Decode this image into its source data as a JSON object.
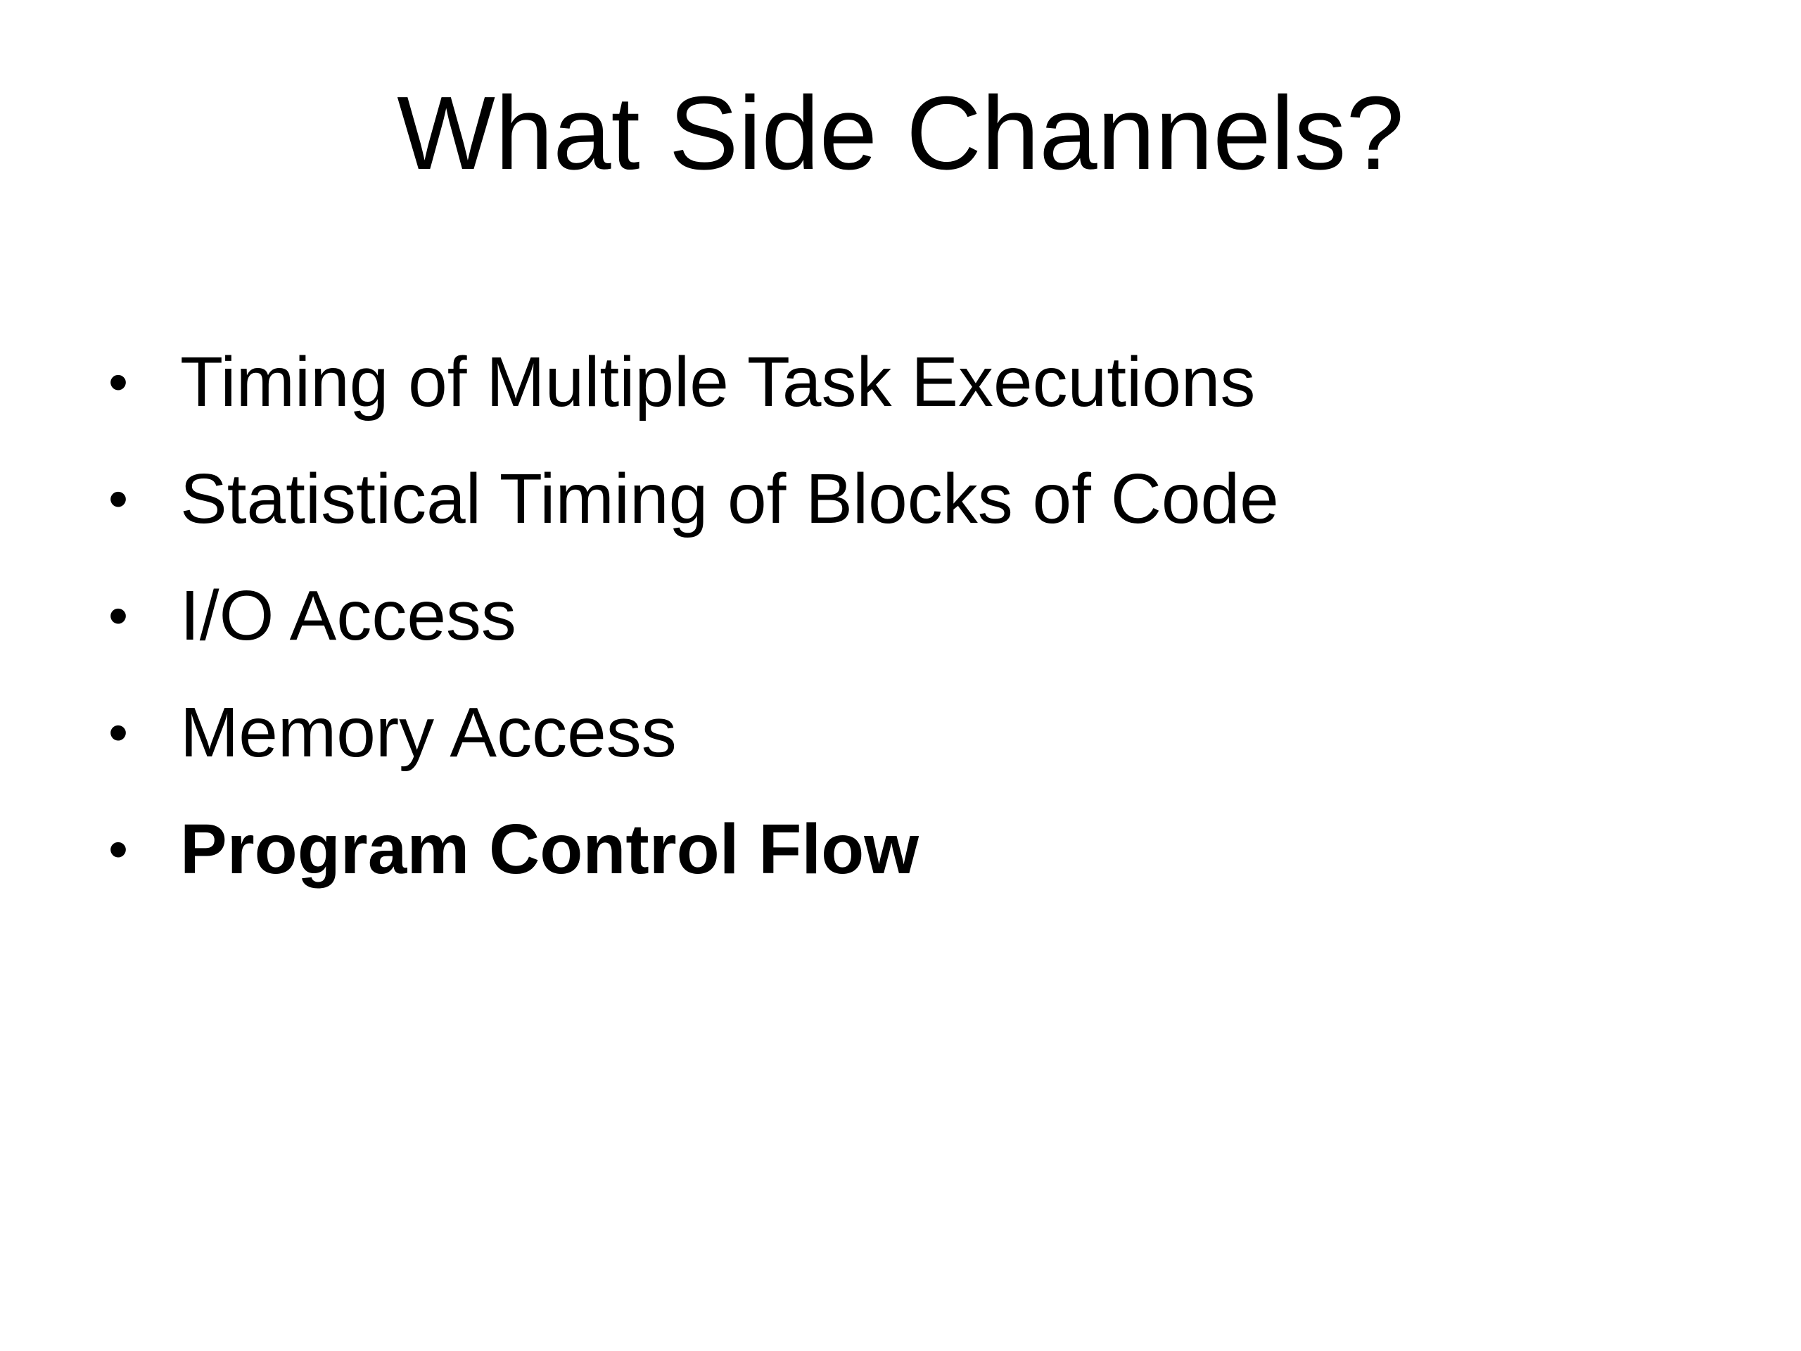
{
  "slide": {
    "title": "What Side Channels?",
    "bullet_symbol": "•",
    "bullets": [
      {
        "text": "Timing of Multiple Task Executions",
        "bold": false
      },
      {
        "text": "Statistical Timing of Blocks of Code",
        "bold": false
      },
      {
        "text": "I/O Access",
        "bold": false
      },
      {
        "text": "Memory Access",
        "bold": false
      },
      {
        "text": "Program Control Flow",
        "bold": true
      }
    ]
  },
  "colors": {
    "background": "#ffffff",
    "text": "#000000"
  }
}
